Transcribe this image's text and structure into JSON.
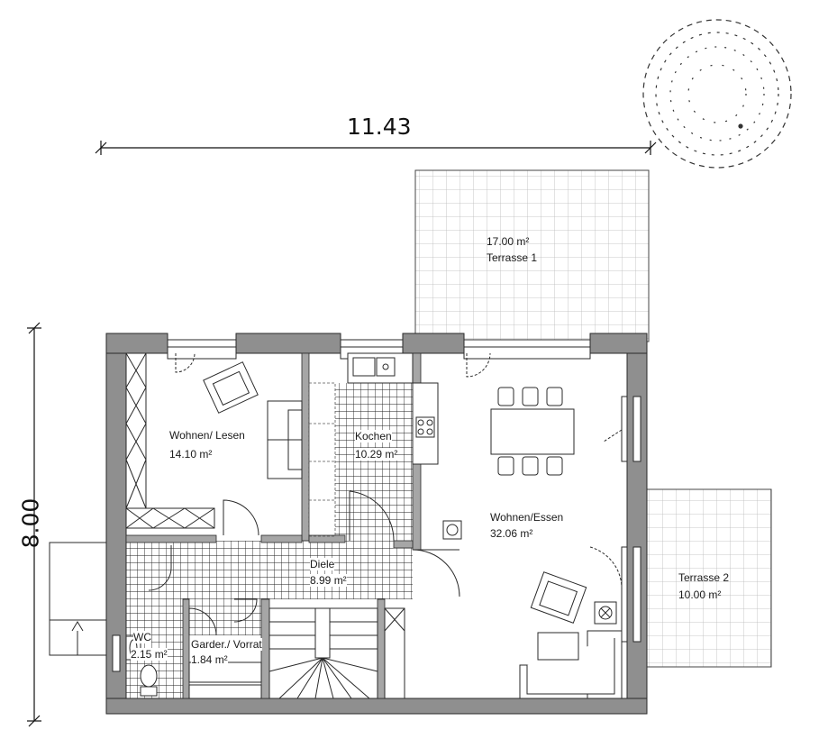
{
  "dimensions": {
    "width_label": "11.43",
    "depth_label": "8.00"
  },
  "rooms": {
    "terrasse1": {
      "area": "17.00 m²",
      "name": "Terrasse 1"
    },
    "terrasse2": {
      "name": "Terrasse 2",
      "area": "10.00 m²"
    },
    "wohnen_lesen": {
      "name": "Wohnen/ Lesen",
      "area": "14.10 m²"
    },
    "kochen": {
      "name": "Kochen",
      "area": "10.29 m²"
    },
    "wohnen_essen": {
      "name": "Wohnen/Essen",
      "area": "32.06 m²"
    },
    "diele": {
      "name": "Diele",
      "area": "8.99 m²"
    },
    "wc": {
      "name": "WC",
      "area": "2.15 m²"
    },
    "garderobe": {
      "name": "Garder./ Vorrat",
      "area": "1.84 m²"
    }
  },
  "colors": {
    "wall": "#8f8f8f",
    "line": "#2a2a2a",
    "grid": "#222222",
    "tree": "#333333"
  }
}
